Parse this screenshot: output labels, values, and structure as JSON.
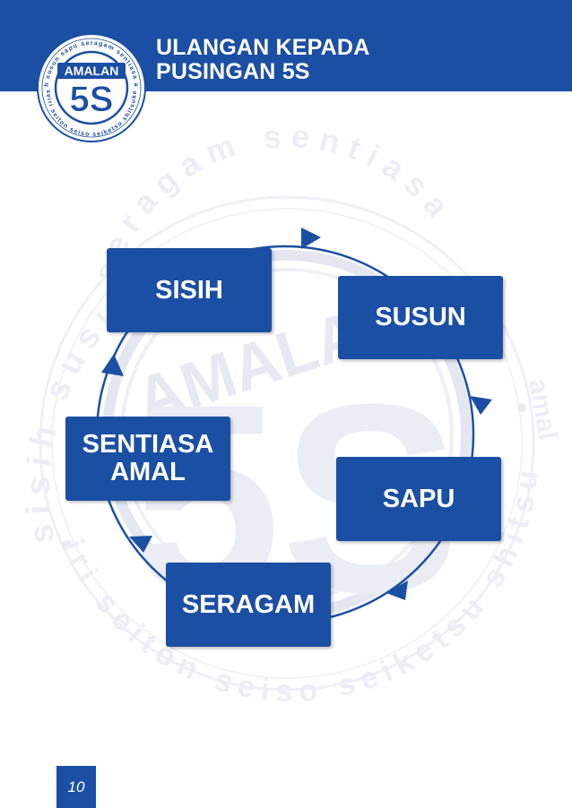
{
  "header": {
    "title_line1": "ULANGAN KEPADA",
    "title_line2": "PUSINGAN 5S"
  },
  "logo": {
    "badge_text": "AMALAN",
    "big_text": "5S",
    "ring_text_top": "sisih susun sapu seragam sentiasa amal",
    "ring_text_bottom": "seiri seiton seiso seiketsu shitsuke"
  },
  "watermark": {
    "top_words": "seragam sentiasa",
    "left_words": "sisih susun",
    "bottom_words": "seiri seiton seiso seiketsu shitsuke",
    "badge_text": "AMALAN",
    "big_text": "5S",
    "right_letters": "amal"
  },
  "cycle_steps": {
    "sisih": "SISIH",
    "susun": "SUSUN",
    "sapu": "SAPU",
    "seragam": "SERAGAM",
    "sentiasa_line1": "SENTIASA",
    "sentiasa_line2": "AMAL"
  },
  "page_number": "10",
  "colors": {
    "brand_blue": "#1b4fa3",
    "watermark": "#e6e9f2"
  }
}
